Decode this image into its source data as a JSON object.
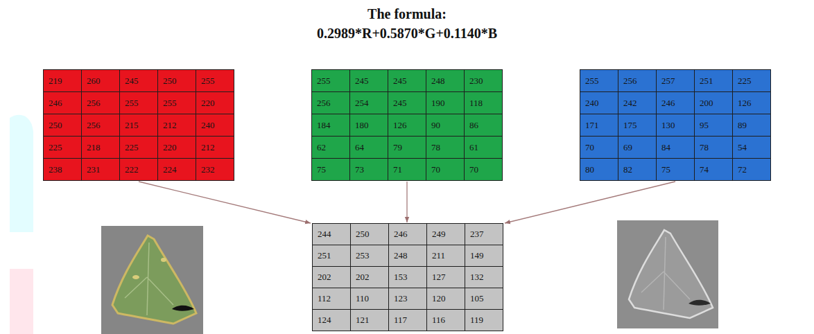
{
  "diagram": {
    "title": "The formula: 0.2989*R+0.5870*G+0.1140*B",
    "nodes": [
      {
        "text": [
          "219",
          "260",
          "245",
          "250",
          "255",
          "246",
          "256",
          "255",
          "255",
          "220",
          "250",
          "256",
          "215",
          "212",
          "240",
          "225",
          "218",
          "225",
          "220",
          "212",
          "238",
          "231",
          "222",
          "224",
          "232"
        ]
      },
      {
        "text": [
          "255",
          "245",
          "245",
          "248",
          "230",
          "256",
          "254",
          "245",
          "190",
          "118",
          "184",
          "180",
          "126",
          "90",
          "86",
          "62",
          "64",
          "79",
          "78",
          "61",
          "75",
          "73",
          "71",
          "70",
          "70"
        ]
      },
      {
        "text": [
          "255",
          "256",
          "257",
          "251",
          "225",
          "240",
          "242",
          "246",
          "200",
          "126",
          "171",
          "175",
          "130",
          "95",
          "89",
          "70",
          "69",
          "84",
          "78",
          "54",
          "80",
          "82",
          "75",
          "74",
          "72"
        ]
      },
      {
        "text": [
          "244",
          "250",
          "246",
          "249",
          "237",
          "251",
          "253",
          "248",
          "211",
          "149",
          "202",
          "202",
          "153",
          "127",
          "132",
          "112",
          "110",
          "123",
          "120",
          "105",
          "124",
          "121",
          "117",
          "116",
          "119"
        ]
      }
    ],
    "edges": [
      {
        "from": 0,
        "to": 3,
        "arrow": "to"
      },
      {
        "from": 1,
        "to": 3,
        "arrow": "to"
      },
      {
        "from": 2,
        "to": 3,
        "arrow": "to"
      }
    ]
  }
}
